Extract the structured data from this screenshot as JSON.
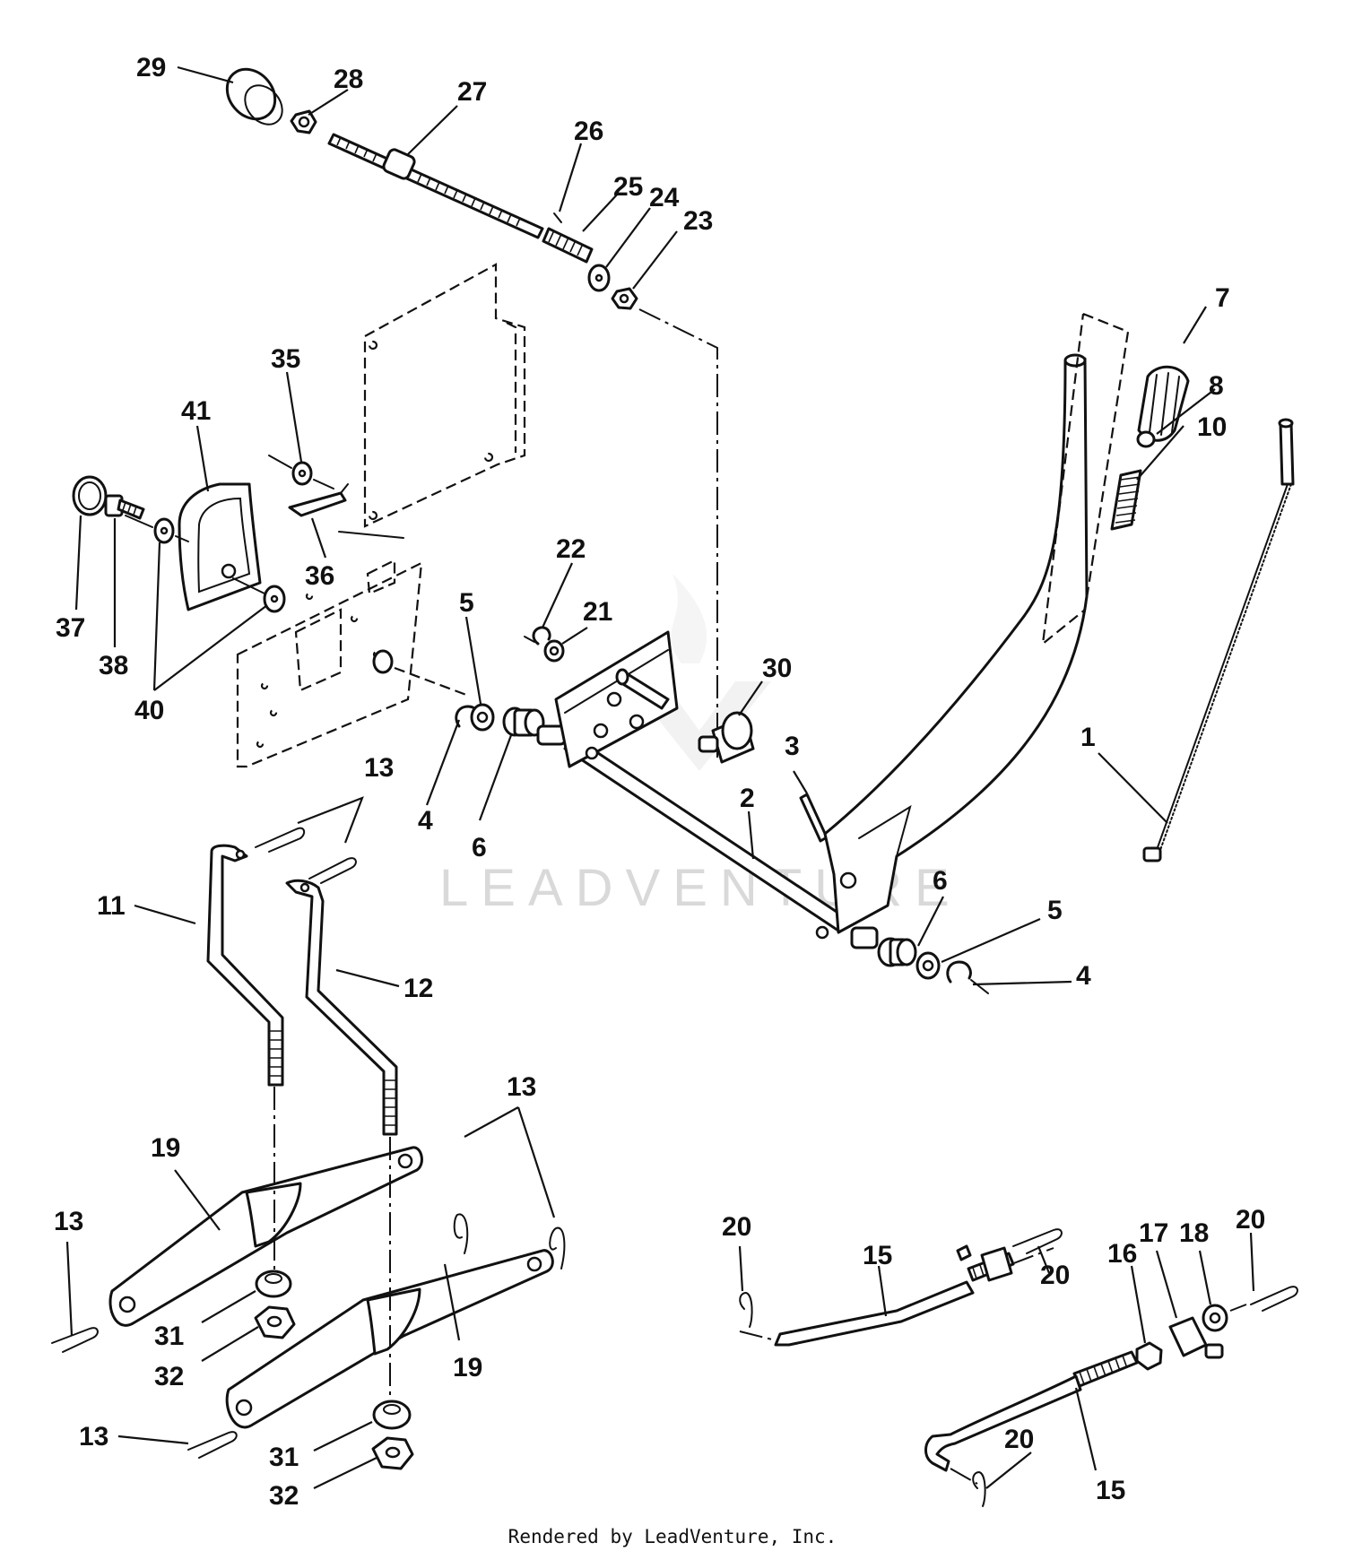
{
  "watermark": "LEADVENTURE",
  "credit": "Rendered by LeadVenture, Inc.",
  "callouts": [
    "29",
    "28",
    "27",
    "26",
    "25",
    "24",
    "23",
    "7",
    "8",
    "10",
    "35",
    "41",
    "37",
    "38",
    "40",
    "36",
    "22",
    "21",
    "5",
    "30",
    "3",
    "1",
    "4",
    "6",
    "2",
    "13",
    "11",
    "12",
    "6",
    "5",
    "4",
    "13",
    "19",
    "13",
    "31",
    "32",
    "19",
    "13",
    "31",
    "32",
    "20",
    "15",
    "20",
    "16",
    "17",
    "18",
    "20",
    "20",
    "15"
  ]
}
